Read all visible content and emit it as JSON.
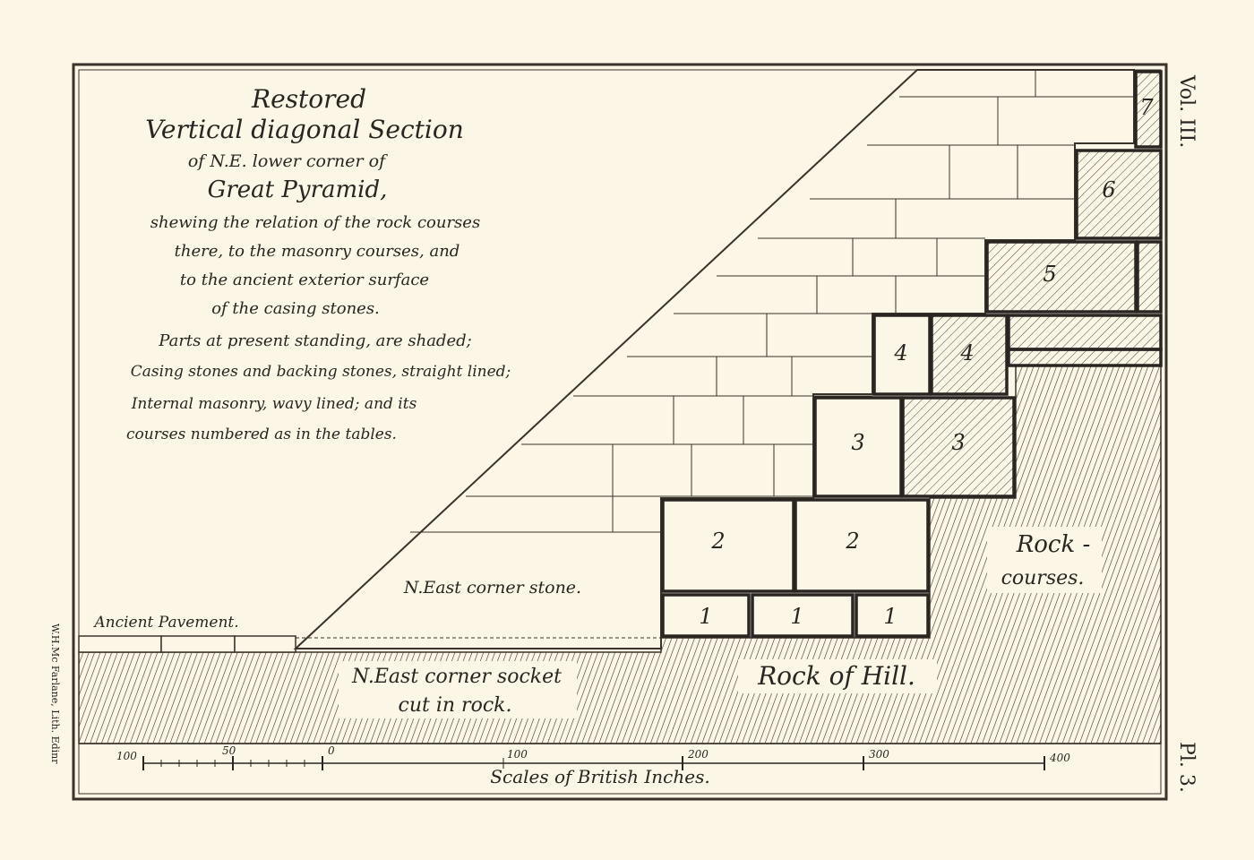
{
  "title_block": {
    "line1": "Restored",
    "line2": "Vertical diagonal Section",
    "line3": "of N.E. lower corner of",
    "line4": "Great Pyramid,",
    "line5": "shewing the relation of the rock courses",
    "line6": "there, to the masonry courses, and",
    "line7": "to the ancient exterior surface",
    "line8": "of the casing stones.",
    "legend1": "Parts at present standing, are shaded;",
    "legend2": "Casing stones and backing stones, straight lined;",
    "legend3": "Internal masonry, wavy lined; and its",
    "legend4": "courses numbered as in the tables."
  },
  "labels": {
    "ancient_pavement": "Ancient Pavement.",
    "corner_stone": "N.East corner stone.",
    "socket_line1": "N.East corner socket",
    "socket_line2": "cut in rock.",
    "rock_of_hill": "Rock of Hill.",
    "rock_courses_line1": "Rock -",
    "rock_courses_line2": "courses."
  },
  "course_numbers": {
    "c1a": "1",
    "c1b": "1",
    "c1c": "1",
    "c2a": "2",
    "c2b": "2",
    "c3a": "3",
    "c3b": "3",
    "c4a": "4",
    "c4b": "4",
    "c5": "5",
    "c6": "6",
    "c7": "7"
  },
  "scale": {
    "title": "Scales of British Inches.",
    "ticks": [
      "100",
      "50",
      "0",
      "100",
      "200",
      "300",
      "400"
    ]
  },
  "margin": {
    "vol": "Vol. III.",
    "plate": "Pl. 3.",
    "lithographer": "W.H.Mc Farlane, Lith. Edinr"
  },
  "colors": {
    "paper": "#fbf6e6",
    "ink": "#2a2520",
    "frame": "#3a332b"
  }
}
